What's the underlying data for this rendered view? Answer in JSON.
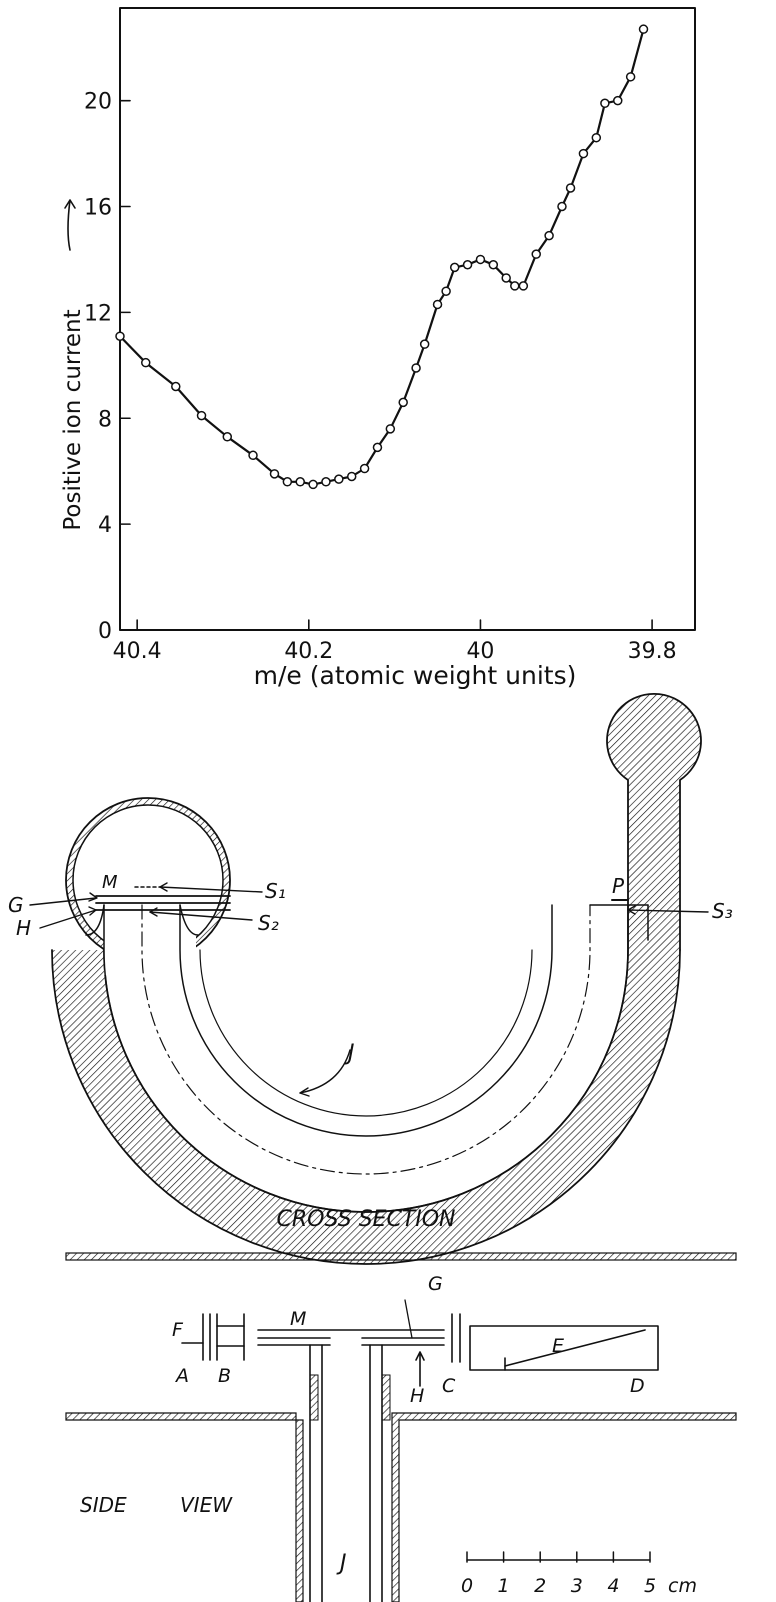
{
  "chart_data": {
    "type": "scatter",
    "ylabel": "Positive ion current",
    "xlabel": "m/e  (atomic weight units)",
    "x_ticks": [
      "40.4",
      "40.2",
      "40",
      "39.8"
    ],
    "y_ticks": [
      "0",
      "4",
      "8",
      "12",
      "16",
      "20"
    ],
    "xlim": [
      40.42,
      39.75
    ],
    "ylim": [
      0,
      23.5
    ],
    "x_reversed": true,
    "grid": false,
    "series": [
      {
        "points": [
          [
            40.42,
            11.1
          ],
          [
            40.39,
            10.1
          ],
          [
            40.355,
            9.2
          ],
          [
            40.325,
            8.1
          ],
          [
            40.295,
            7.3
          ],
          [
            40.265,
            6.6
          ],
          [
            40.24,
            5.9
          ],
          [
            40.225,
            5.6
          ],
          [
            40.21,
            5.6
          ],
          [
            40.195,
            5.5
          ],
          [
            40.18,
            5.6
          ],
          [
            40.165,
            5.7
          ],
          [
            40.15,
            5.8
          ],
          [
            40.135,
            6.1
          ],
          [
            40.12,
            6.9
          ],
          [
            40.105,
            7.6
          ],
          [
            40.09,
            8.6
          ],
          [
            40.075,
            9.9
          ],
          [
            40.065,
            10.8
          ],
          [
            40.05,
            12.3
          ],
          [
            40.04,
            12.8
          ],
          [
            40.03,
            13.7
          ],
          [
            40.015,
            13.8
          ],
          [
            40.0,
            14.0
          ],
          [
            39.985,
            13.8
          ],
          [
            39.97,
            13.3
          ],
          [
            39.96,
            13.0
          ],
          [
            39.95,
            13.0
          ],
          [
            39.935,
            14.2
          ],
          [
            39.92,
            14.9
          ],
          [
            39.905,
            16.0
          ],
          [
            39.895,
            16.7
          ],
          [
            39.88,
            18.0
          ],
          [
            39.865,
            18.6
          ],
          [
            39.855,
            19.9
          ],
          [
            39.84,
            20.0
          ],
          [
            39.825,
            20.9
          ],
          [
            39.81,
            22.7
          ]
        ]
      }
    ]
  },
  "labels": {
    "cross_section": "CROSS    SECTION",
    "side_view_1": "SIDE",
    "side_view_2": "VIEW",
    "M": "M",
    "G": "G",
    "H": "H",
    "S1": "S₁",
    "S2": "S₂",
    "S3": "S₃",
    "P": "P",
    "J": "J",
    "F": "F",
    "A": "A",
    "B": "B",
    "C": "C",
    "D": "D",
    "E": "E",
    "M2": "M",
    "G2": "G",
    "H2": "H",
    "J2": "J"
  },
  "scale": {
    "ticks": [
      "0",
      "1",
      "2",
      "3",
      "4",
      "5"
    ],
    "unit": "cm"
  }
}
